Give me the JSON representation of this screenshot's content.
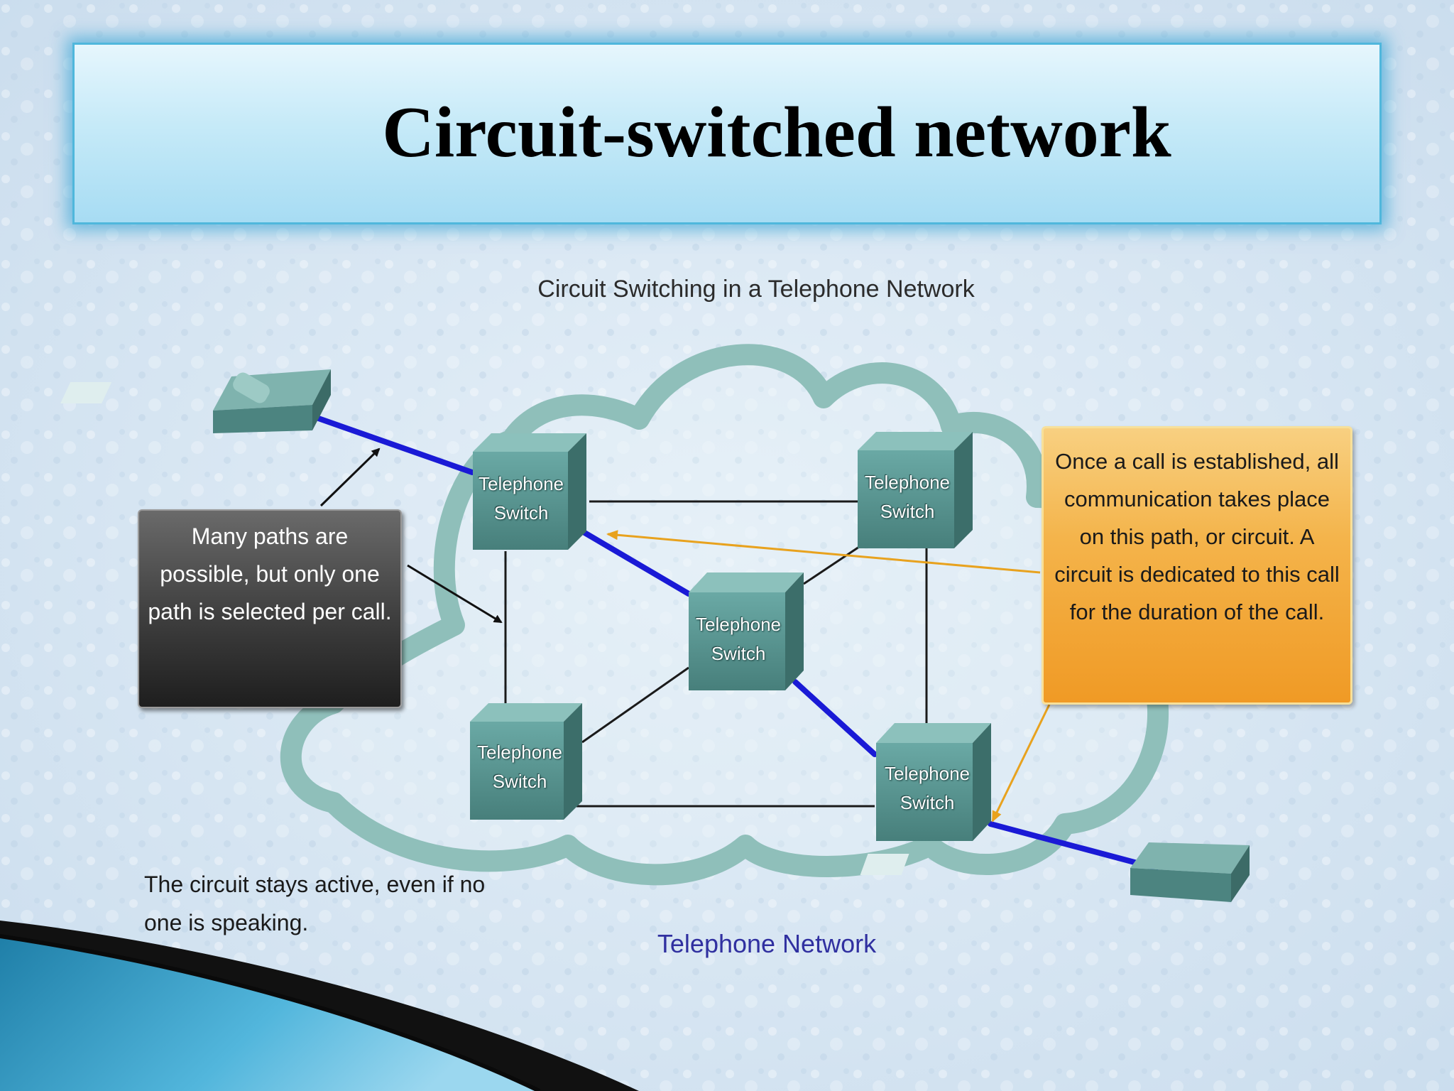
{
  "slide": {
    "title": "Circuit-switched network"
  },
  "diagram": {
    "title": "Circuit Switching in a Telephone Network",
    "network_label": "Telephone Network",
    "switch_label": "Telephone Switch",
    "switches": [
      {
        "id": "top-left",
        "label": "Telephone\nSwitch"
      },
      {
        "id": "top-right",
        "label": "Telephone\nSwitch"
      },
      {
        "id": "center",
        "label": "Telephone\nSwitch"
      },
      {
        "id": "bottom-left",
        "label": "Telephone\nSwitch"
      },
      {
        "id": "bottom-right",
        "label": "Telephone\nSwitch"
      }
    ],
    "callout_paths": "Many paths are possible, but only one path is selected per call.",
    "callout_circuit": "Once a call is established, all communication takes place on this path, or circuit.  A circuit is dedicated to this call for the duration of the call.",
    "note": "The circuit stays active, even if no one is speaking.",
    "colors": {
      "active_path": "#1a1ad6",
      "switch": "#5c9c98",
      "cloud": "#8fbfba",
      "orange_callout": "#f4a630",
      "dark_callout": "#3e3e3e"
    }
  }
}
